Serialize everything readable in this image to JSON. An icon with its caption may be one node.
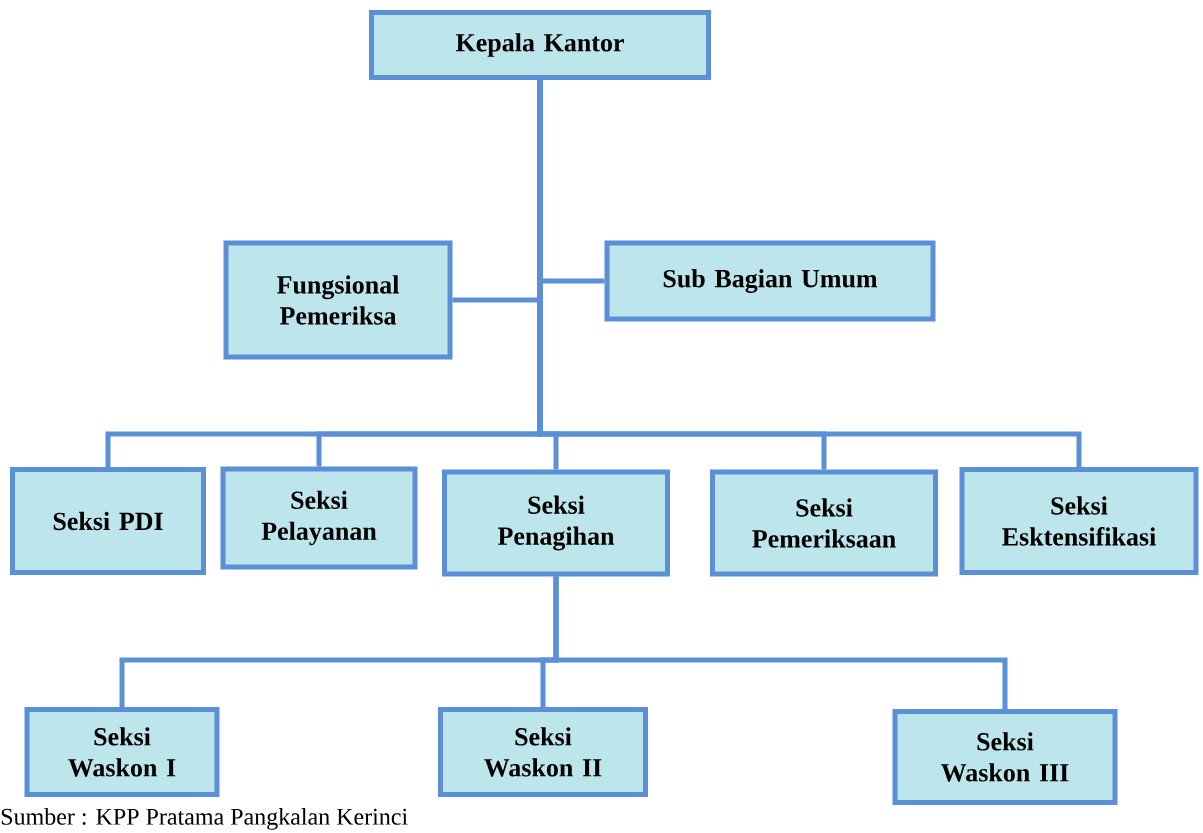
{
  "diagram": {
    "caption": "Sumber : KPP Pratama Pangkalan Kerinci",
    "nodes": [
      {
        "text": [
          "Kepala Kantor"
        ]
      },
      {
        "text": [
          "Fungsional Pemeriksa"
        ]
      },
      {
        "text": [
          "Sub Bagian Umum"
        ]
      },
      {
        "text": [
          "Seksi PDI"
        ]
      },
      {
        "text": [
          "Seksi Pelayanan"
        ]
      },
      {
        "text": [
          "Seksi Penagihan"
        ]
      },
      {
        "text": [
          "Seksi Pemeriksaan"
        ]
      },
      {
        "text": [
          "Seksi Esktensifikasi"
        ]
      },
      {
        "text": [
          "Seksi Waskon I"
        ]
      },
      {
        "text": [
          "Seksi Waskon II"
        ]
      },
      {
        "text": [
          "Seksi Waskon III"
        ]
      }
    ],
    "edges": [
      {
        "from": 0,
        "to": 1,
        "arrow": "none"
      },
      {
        "from": 0,
        "to": 2,
        "arrow": "none"
      },
      {
        "from": 0,
        "to": 3,
        "arrow": "none"
      },
      {
        "from": 0,
        "to": 4,
        "arrow": "none"
      },
      {
        "from": 0,
        "to": 5,
        "arrow": "none"
      },
      {
        "from": 0,
        "to": 6,
        "arrow": "none"
      },
      {
        "from": 0,
        "to": 7,
        "arrow": "none"
      },
      {
        "from": 5,
        "to": 8,
        "arrow": "none"
      },
      {
        "from": 5,
        "to": 9,
        "arrow": "none"
      },
      {
        "from": 5,
        "to": 10,
        "arrow": "none"
      }
    ]
  }
}
